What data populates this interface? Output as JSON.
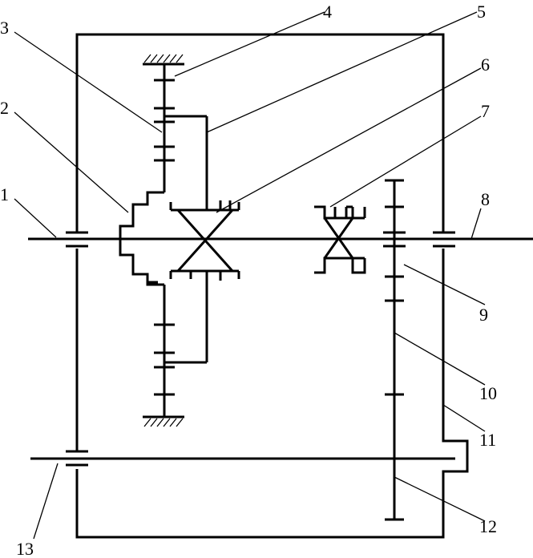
{
  "labels": [
    "1",
    "2",
    "3",
    "4",
    "5",
    "6",
    "7",
    "8",
    "9",
    "10",
    "11",
    "12",
    "13"
  ],
  "colors": {
    "stroke": "#000000",
    "background": "#ffffff"
  }
}
